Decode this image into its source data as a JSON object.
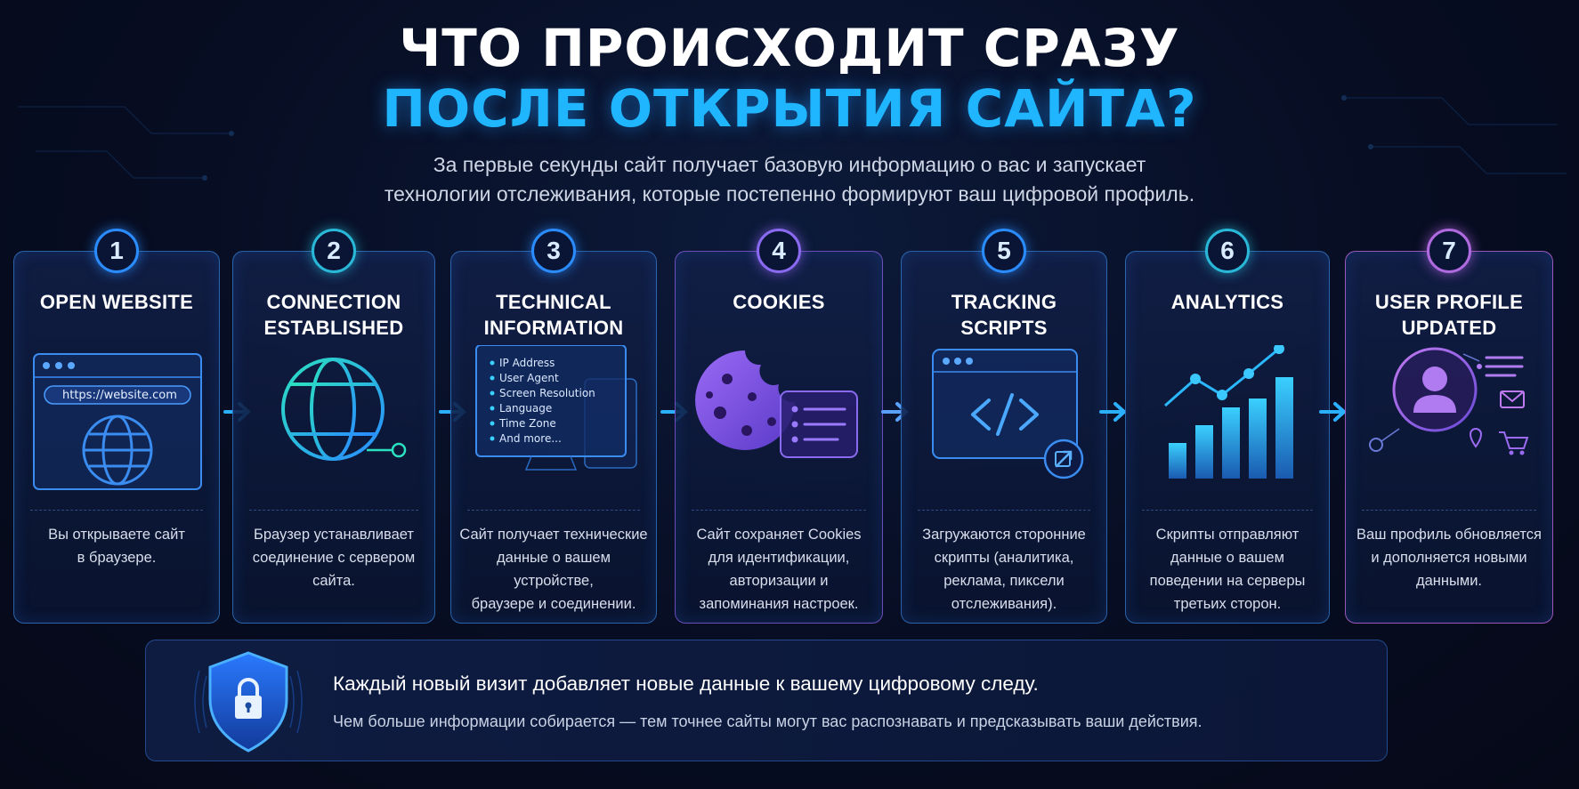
{
  "title_line1": "ЧТО ПРОИСХОДИТ СРАЗУ",
  "title_line2": "ПОСЛЕ ОТКРЫТИЯ САЙТА?",
  "subtitle_line1": "За первые секунды сайт получает базовую информацию о вас и запускает",
  "subtitle_line2": "технологии отслеживания, которые постепенно формируют ваш цифровой профиль.",
  "colors": {
    "accent_blue": "#1fb6ff",
    "violet": "#8a6af0",
    "teal": "#2ab8d8",
    "background": "#070d22"
  },
  "steps": [
    {
      "number": "1",
      "title_line1": "OPEN WEBSITE",
      "title_line2": "",
      "icon": "browser-globe-icon",
      "url": "https://website.com",
      "desc_lines": [
        "Вы открываете сайт",
        "в браузере."
      ]
    },
    {
      "number": "2",
      "title_line1": "CONNECTION",
      "title_line2": "ESTABLISHED",
      "icon": "globe-icon",
      "desc_lines": [
        "Браузер устанавливает",
        "соединение с сервером",
        "сайта."
      ]
    },
    {
      "number": "3",
      "title_line1": "TECHNICAL",
      "title_line2": "INFORMATION",
      "icon": "device-info-icon",
      "info_items": [
        "IP Address",
        "User Agent",
        "Screen Resolution",
        "Language",
        "Time Zone",
        "And more..."
      ],
      "desc_lines": [
        "Сайт получает технические",
        "данные о вашем устройстве,",
        "браузере и соединении."
      ]
    },
    {
      "number": "4",
      "title_line1": "COOKIES",
      "title_line2": "",
      "icon": "cookie-icon",
      "desc_lines": [
        "Сайт сохраняет Cookies",
        "для идентификации,",
        "авторизации и",
        "запоминания настроек."
      ]
    },
    {
      "number": "5",
      "title_line1": "TRACKING",
      "title_line2": "SCRIPTS",
      "icon": "code-window-icon",
      "desc_lines": [
        "Загружаются сторонние",
        "скрипты (аналитика,",
        "реклама, пиксели",
        "отслеживания)."
      ]
    },
    {
      "number": "6",
      "title_line1": "ANALYTICS",
      "title_line2": "",
      "icon": "bar-chart-icon",
      "desc_lines": [
        "Скрипты отправляют",
        "данные о вашем",
        "поведении на серверы",
        "третьих сторон."
      ]
    },
    {
      "number": "7",
      "title_line1": "USER PROFILE",
      "title_line2": "UPDATED",
      "icon": "user-profile-icon",
      "desc_lines": [
        "Ваш профиль обновляется",
        "и дополняется новыми",
        "данными."
      ]
    }
  ],
  "banner": {
    "icon": "shield-lock-icon",
    "line1": "Каждый новый визит добавляет новые данные к вашему цифровому следу.",
    "line2": "Чем больше информации собирается — тем точнее сайты могут вас распознавать и предсказывать ваши действия."
  }
}
